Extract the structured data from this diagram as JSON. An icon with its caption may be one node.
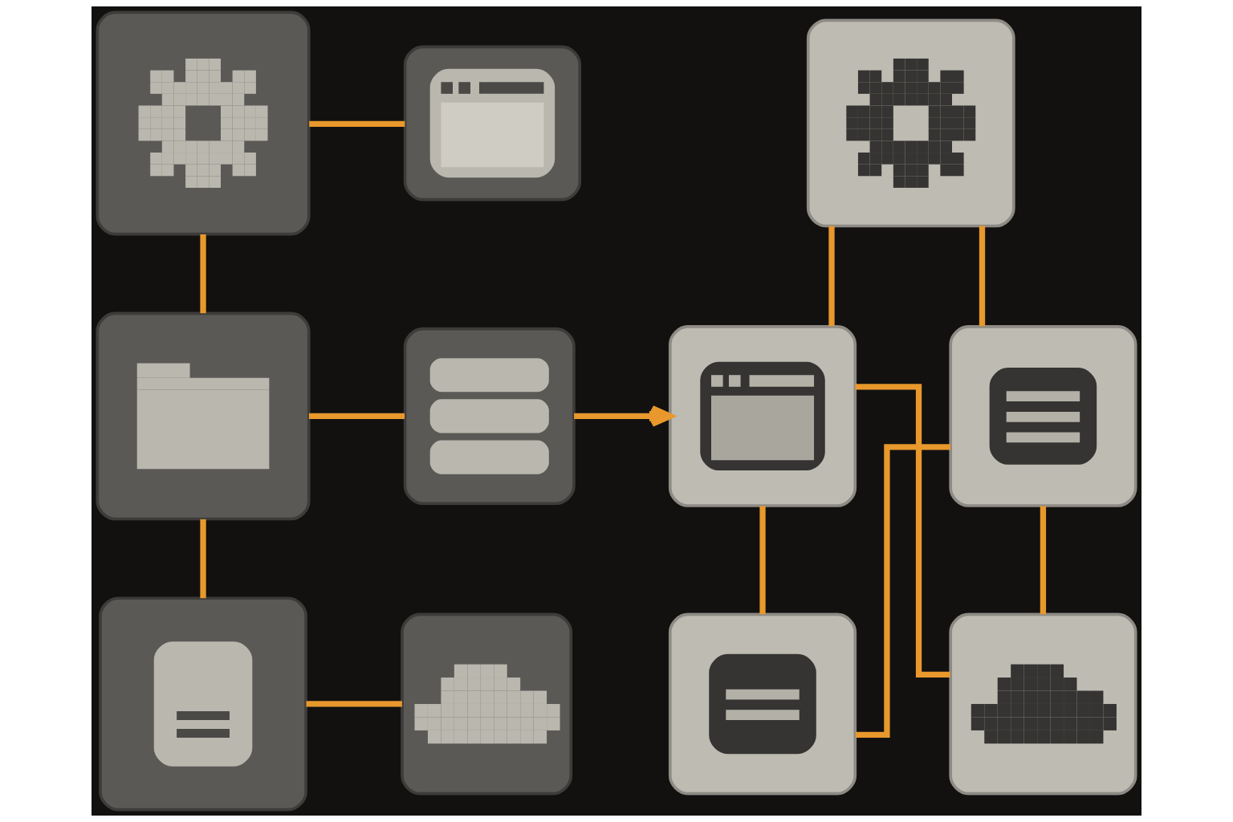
{
  "diagram": {
    "nodes": [
      {
        "text": [],
        "shape": "picture"
      },
      {
        "text": [],
        "shape": "picture"
      },
      {
        "text": [],
        "shape": "picture"
      },
      {
        "text": [],
        "shape": "picture"
      },
      {
        "text": [],
        "shape": "picture"
      },
      {
        "text": [],
        "shape": "picture"
      },
      {
        "text": [],
        "shape": "picture"
      },
      {
        "text": [],
        "shape": "picture"
      },
      {
        "text": [],
        "shape": "picture"
      },
      {
        "text": [],
        "shape": "picture"
      },
      {
        "text": [],
        "shape": "picture"
      }
    ],
    "edges": [
      {
        "from": 0,
        "to": 1,
        "arrow": "none"
      },
      {
        "from": 0,
        "to": 2,
        "arrow": "none"
      },
      {
        "from": 2,
        "to": 3,
        "arrow": "none"
      },
      {
        "from": 2,
        "to": 4,
        "arrow": "none"
      },
      {
        "from": 4,
        "to": 5,
        "arrow": "none"
      },
      {
        "from": 3,
        "to": 7,
        "arrow": "to"
      },
      {
        "from": 6,
        "to": 7,
        "arrow": "none"
      },
      {
        "from": 6,
        "to": 8,
        "arrow": "none"
      },
      {
        "from": 7,
        "to": 9,
        "arrow": "none"
      },
      {
        "from": 7,
        "to": 10,
        "arrow": "none"
      },
      {
        "from": 8,
        "to": 9,
        "arrow": "none"
      },
      {
        "from": 8,
        "to": 10,
        "arrow": "none"
      }
    ]
  }
}
